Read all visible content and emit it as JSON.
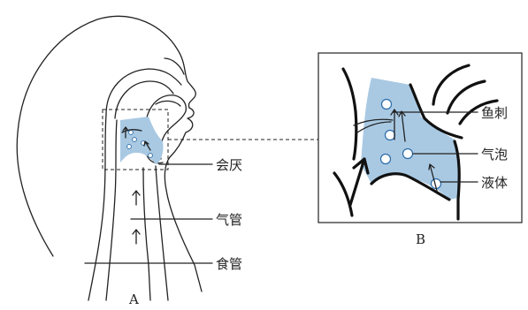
{
  "labels": {
    "fishbone": "鱼刺",
    "epiglottis": "会厌",
    "bubble": "气泡",
    "liquid": "液体",
    "trachea": "气管",
    "esophagus": "食管"
  },
  "captions": {
    "left": "A",
    "right": "B"
  },
  "colors": {
    "liquid": "#a9c9e3",
    "line": "#222222"
  }
}
